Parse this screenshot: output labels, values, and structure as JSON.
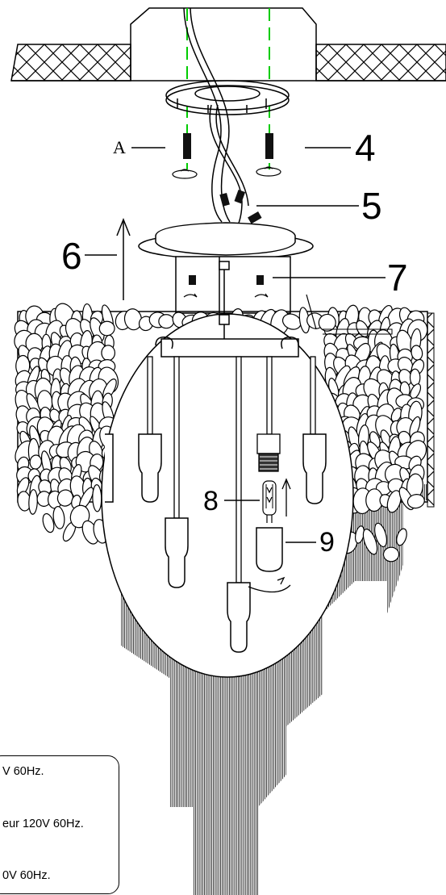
{
  "labels": {
    "a": "A",
    "n4": "4",
    "n5": "5",
    "n6": "6",
    "n7": "7",
    "n8": "8",
    "n9": "9"
  },
  "note": {
    "line1": "V 60Hz.",
    "line2": "eur 120V 60Hz.",
    "line3": "0V 60Hz."
  },
  "colors": {
    "line": "#000000",
    "axis_guide": "#00cc00",
    "fringe": "#1a1a1a"
  }
}
